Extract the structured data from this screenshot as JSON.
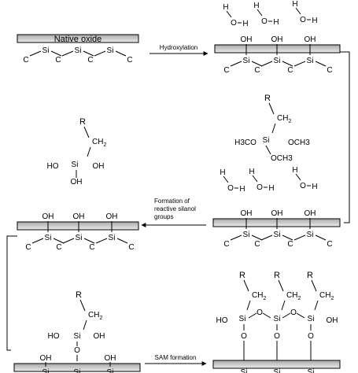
{
  "labels": {
    "native_oxide": "Native oxide",
    "hydroxylation": "Hydroxylation",
    "silanol_line1": "Formation of",
    "silanol_line2": "reactive silanol",
    "silanol_line3": "groups",
    "sam_formation": "SAM formation"
  },
  "atoms": {
    "si": "Si",
    "c": "C",
    "o": "O",
    "h": "H",
    "oh": "OH",
    "ho": "HO",
    "r": "R",
    "ch": "CH",
    "sub2": "2",
    "h3co": "H3CO",
    "och3": "OCH3"
  },
  "colors": {
    "substrate_top": "#a9a9a9",
    "substrate_bottom": "#ececec",
    "stroke": "#000000"
  }
}
